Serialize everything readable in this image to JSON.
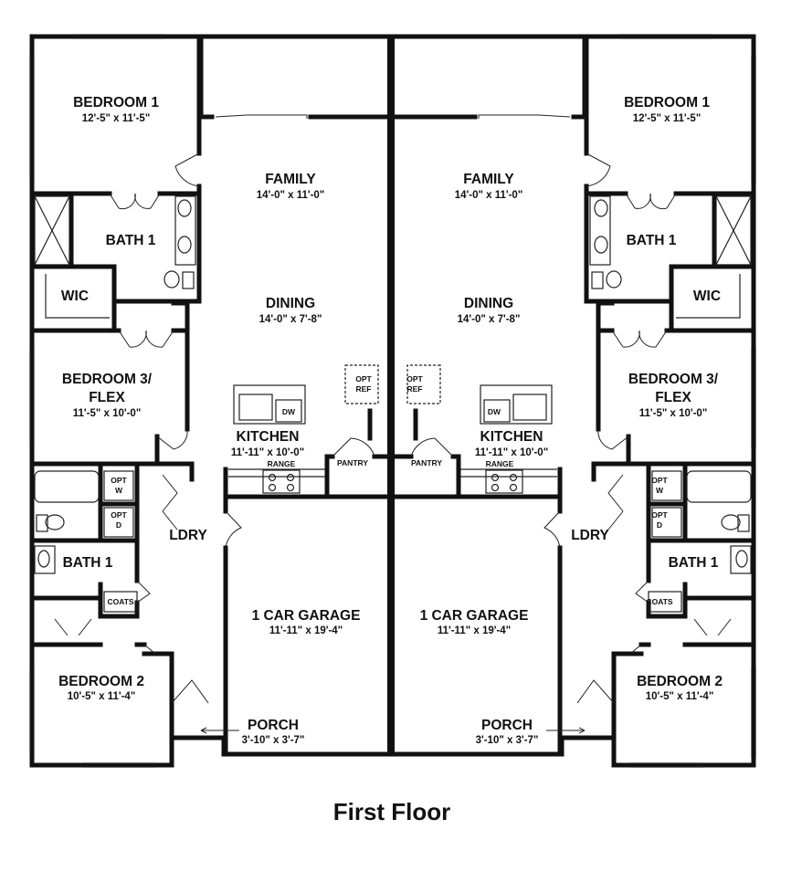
{
  "title": "First Floor",
  "rooms": {
    "bedroom1": {
      "name": "BEDROOM 1",
      "dim": "12'-5\" x 11'-5\""
    },
    "family": {
      "name": "FAMILY",
      "dim": "14'-0\" x 11'-0\""
    },
    "bath1": {
      "name": "BATH 1"
    },
    "wic": {
      "name": "WIC"
    },
    "dining": {
      "name": "DINING",
      "dim": "14'-0\" x 7'-8\""
    },
    "bedroom3": {
      "name1": "BEDROOM 3/",
      "name2": "FLEX",
      "dim": "11'-5\" x 10'-0\""
    },
    "kitchen": {
      "name": "KITCHEN",
      "dim": "11'-11\" x 10'-0\""
    },
    "garage": {
      "name": "1 CAR GARAGE",
      "dim": "11'-11\" x 19'-4\""
    },
    "ldry": {
      "name": "LDRY"
    },
    "bedroom2": {
      "name": "BEDROOM 2",
      "dim": "10'-5\" x 11'-4\""
    },
    "porch": {
      "name": "PORCH",
      "dim": "3'-10\" x 3'-7\""
    }
  },
  "fixtures": {
    "dw": "DW",
    "range": "RANGE",
    "pantry": "PANTRY",
    "opt": "OPT",
    "ref": "REF",
    "w": "W",
    "d": "D",
    "coats": "COATS"
  }
}
